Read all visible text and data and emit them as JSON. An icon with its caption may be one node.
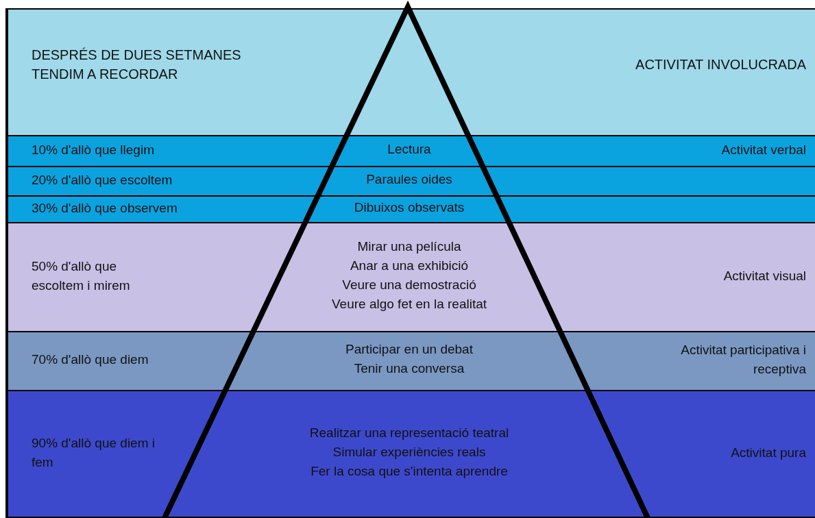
{
  "diagram": {
    "nodes": [
      {
        "text": [
          "DESPRÉS DE DUES SETMANES TENDIM A RECORDAR",
          "ACTIVITAT INVOLUCRADA"
        ]
      },
      {
        "text": [
          "10% d'allò que llegim",
          "Lectura",
          "Activitat verbal"
        ]
      },
      {
        "text": [
          "20% d'allò que escoltem",
          "Paraules oides"
        ]
      },
      {
        "text": [
          "30% d'allò que observem",
          "Dibuixos observats"
        ]
      },
      {
        "text": [
          "50% d'allò que escoltem i mirem",
          "Mirar una película",
          "Anar a una exhibició",
          "Veure una demostració",
          "Veure algo fet en la realitat",
          "Activitat visual"
        ]
      },
      {
        "text": [
          "70% d'allò que diem",
          "Participar en un debat",
          "Tenir una conversa",
          "Activitat participativa i receptiva"
        ]
      },
      {
        "text": [
          "90% d'allò que diem i fem",
          "Realitzar una representació teatral",
          "Simular experiències reals",
          "Fer la cosa que s'intenta aprendre",
          "Activitat pura"
        ]
      }
    ]
  }
}
